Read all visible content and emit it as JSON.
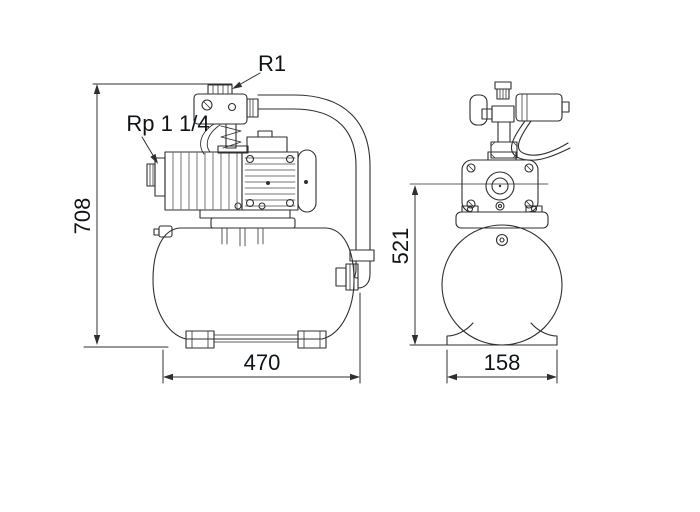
{
  "drawing": {
    "labels": {
      "top_port": "R1",
      "suction_port": "Rp 1 1/4"
    },
    "dimensions": {
      "overall_height": "708",
      "overall_length": "470",
      "port_center_height": "521",
      "base_width": "158"
    },
    "colors": {
      "background": "#ffffff",
      "line": "#2f2f2f",
      "text": "#101418"
    }
  }
}
